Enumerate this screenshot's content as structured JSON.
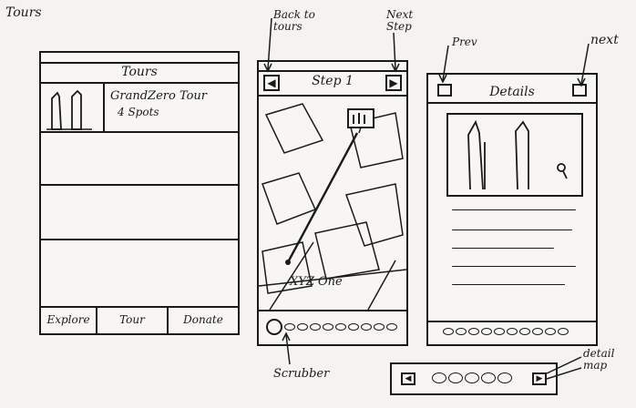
{
  "sketch_title": "Tours",
  "annotations": {
    "back_to_tours": "Back to\ntours",
    "next_step": "Next\nStep",
    "prev": "Prev",
    "next": "next",
    "scrubber": "Scrubber",
    "detail_map": "detail\nmap"
  },
  "tours_screen": {
    "title": "Tours",
    "item_name": "GrandZero Tour",
    "item_spots": "4 Spots",
    "tabs": [
      "Explore",
      "Tour",
      "Donate"
    ]
  },
  "step_screen": {
    "title": "Step 1",
    "back_icon": "left-arrow-icon",
    "next_icon": "right-arrow-icon",
    "map_label": "XYZ One"
  },
  "details_screen": {
    "title": "Details"
  },
  "colors": {
    "ink": "#1a1a1a",
    "paper": "#f4f3ef"
  }
}
